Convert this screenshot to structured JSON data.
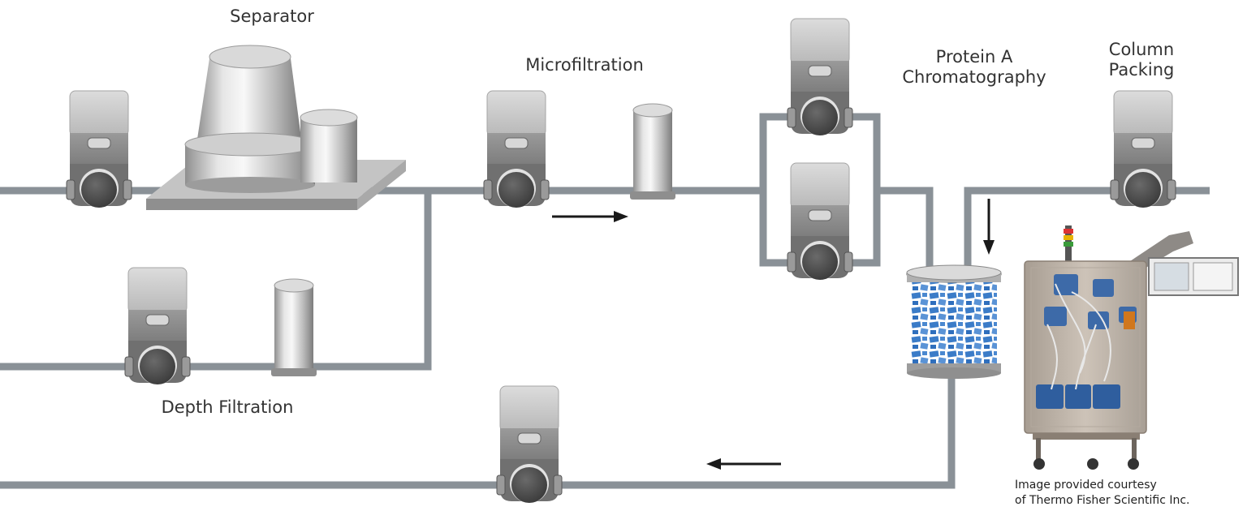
{
  "labels": {
    "separator": "Separator",
    "microfiltration": "Microfiltration",
    "protein_a_line1": "Protein A",
    "protein_a_line2": "Chromatography",
    "column_line1": "Column",
    "column_line2": "Packing",
    "depth_filtration": "Depth Filtration"
  },
  "credit": {
    "line1": "Image provided courtesy",
    "line2": "of Thermo Fisher Scientific Inc."
  },
  "colors": {
    "pipe": "#8a9197",
    "pump_top": "#c9c9c9",
    "pump_body": "#6e6e6e",
    "pump_rotor": "#4a4a4a",
    "resin_block": "#3b7cc8",
    "arrow": "#1a1a1a"
  }
}
